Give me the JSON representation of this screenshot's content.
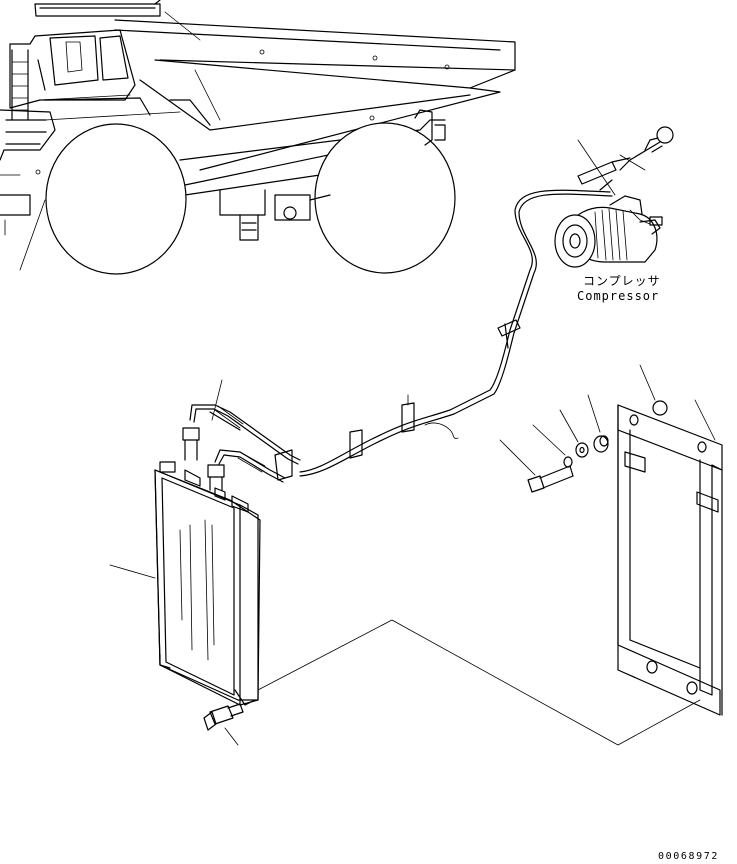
{
  "compressor": {
    "label_jp": "コンプレッサ",
    "label_en": "Compressor"
  },
  "drawing": {
    "number": "00068972"
  },
  "parts": [
    "dump-truck",
    "compressor",
    "refrigerant-hose",
    "condenser",
    "mounting-bracket",
    "mounting-bolt",
    "washer",
    "bushing"
  ]
}
